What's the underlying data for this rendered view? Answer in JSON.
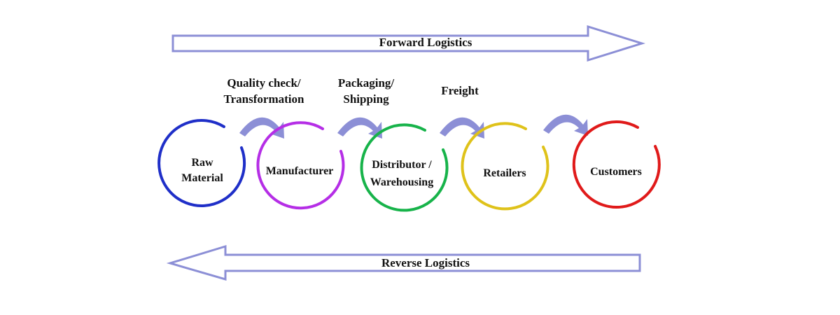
{
  "forward_arrow": {
    "label": "Forward Logistics",
    "color": "#8c8fd6"
  },
  "reverse_arrow": {
    "label": "Reverse Logistics",
    "color": "#8c8fd6"
  },
  "stages": [
    {
      "id": "raw-material",
      "lines": [
        "Raw",
        "Material"
      ],
      "color": "#1f2fc8"
    },
    {
      "id": "manufacturer",
      "lines": [
        "Manufacturer"
      ],
      "color": "#b52ee6"
    },
    {
      "id": "distributor",
      "lines": [
        "Distributor /",
        "Warehousing"
      ],
      "color": "#17b34a"
    },
    {
      "id": "retailers",
      "lines": [
        "Retailers"
      ],
      "color": "#dfc21a"
    },
    {
      "id": "customers",
      "lines": [
        "Customers"
      ],
      "color": "#e01a1a"
    }
  ],
  "steps": [
    {
      "lines": [
        "Quality check/",
        "Transformation"
      ]
    },
    {
      "lines": [
        "Packaging/",
        "Shipping"
      ]
    },
    {
      "lines": [
        "Freight"
      ]
    }
  ],
  "connector_color": "#8c8fd6"
}
